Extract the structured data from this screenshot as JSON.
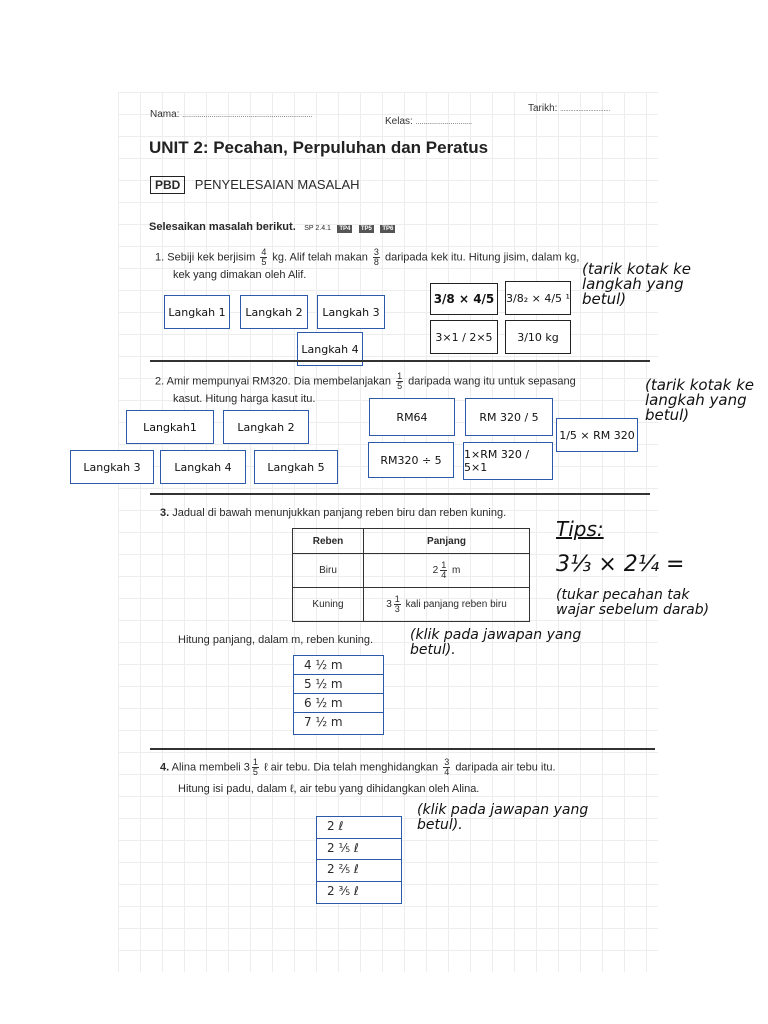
{
  "header": {
    "nama_label": "Nama:",
    "nama_dots": "...................................................................",
    "kelas_label": "Kelas:",
    "kelas_dots": ".............................",
    "tarikh_label": "Tarikh:",
    "tarikh_dots": ".............................."
  },
  "unit_title": "UNIT 2: Pecahan, Perpuluhan dan Peratus",
  "pbd": {
    "badge": "PBD",
    "text": "PENYELESAIAN MASALAH"
  },
  "instruction": {
    "text": "Selesaikan masalah berikut.",
    "sp": "SP 2.4.1",
    "tp": [
      "TP4",
      "TP5",
      "TP6"
    ]
  },
  "q1": {
    "number": "1.",
    "text_a": "Sebiji kek berjisim",
    "frac1_num": "4",
    "frac1_den": "5",
    "text_b": "kg. Alif telah makan",
    "frac2_num": "3",
    "frac2_den": "8",
    "text_c": "daripada kek itu. Hitung jisim, dalam kg,",
    "text_d": "kek yang dimakan oleh Alif.",
    "steps": [
      "Langkah 1",
      "Langkah 2",
      "Langkah 3",
      "Langkah 4"
    ],
    "answers": [
      "3/8 × 4/5",
      "3/8₂ × 4/5 ¹",
      "3×1 / 2×5",
      "3/10 kg"
    ],
    "note": "(tarik kotak ke langkah yang betul)"
  },
  "q2": {
    "number": "2.",
    "text_a": "Amir mempunyai RM320. Dia membelanjakan",
    "frac_num": "1",
    "frac_den": "5",
    "text_b": "daripada wang itu untuk sepasang",
    "text_c": "kasut. Hitung harga kasut itu.",
    "steps": [
      "Langkah1",
      "Langkah 2",
      "Langkah 3",
      "Langkah 4",
      "Langkah 5"
    ],
    "answers": [
      "RM64",
      "RM 320 / 5",
      "1/5 × RM 320",
      "RM320 ÷ 5",
      "1×RM 320 / 5×1"
    ],
    "note": "(tarik kotak ke langkah yang betul)"
  },
  "q3": {
    "number": "3.",
    "text": "Jadual di bawah menunjukkan panjang reben biru dan reben kuning.",
    "table": {
      "headers": [
        "Reben",
        "Panjang"
      ],
      "rows": [
        {
          "name": "Biru",
          "whole": "2",
          "num": "1",
          "den": "4",
          "unit": "m"
        },
        {
          "name": "Kuning",
          "whole": "3",
          "num": "1",
          "den": "3",
          "unit": "kali panjang reben biru"
        }
      ]
    },
    "question": "Hitung panjang, dalam m, reben kuning.",
    "note_click": "(klik pada jawapan yang betul).",
    "tips_title": "Tips:",
    "tips_expr": "3⅓ × 2¼ =",
    "tips_note": "(tukar pecahan tak wajar sebelum darab)",
    "options": [
      "4 ½ m",
      "5 ½ m",
      "6 ½ m",
      "7 ½ m"
    ]
  },
  "q4": {
    "number": "4.",
    "text_a": "Alina membeli",
    "whole": "3",
    "num": "1",
    "den": "5",
    "text_b": "ℓ air tebu. Dia telah menghidangkan",
    "frac_num": "3",
    "frac_den": "4",
    "text_c": "daripada air tebu itu.",
    "text_d": "Hitung isi padu, dalam ℓ, air tebu yang dihidangkan oleh Alina.",
    "note_click": "(klik pada jawapan yang betul).",
    "options": [
      "2 ℓ",
      "2 ⅕ ℓ",
      "2 ⅖ ℓ",
      "2 ⅗ ℓ"
    ]
  }
}
